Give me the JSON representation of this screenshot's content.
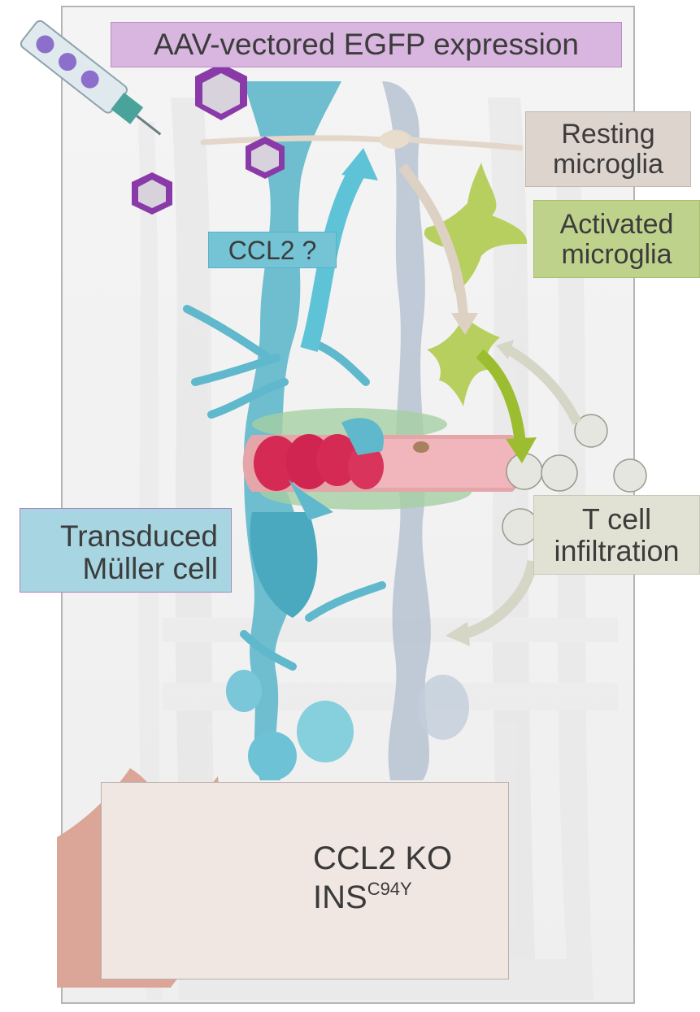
{
  "labels": {
    "aav": "AAV-vectored EGFP expression",
    "resting_line1": "Resting",
    "resting_line2": "microglia",
    "activated_line1": "Activated",
    "activated_line2": "microglia",
    "ccl2_question": "CCL2 ?",
    "tcell_line1": "T cell",
    "tcell_line2": "infiltration",
    "muller_line1": "Transduced",
    "muller_line2": "Müller cell",
    "pig_line1": "CCL2 KO",
    "pig_line2_base": "INS",
    "pig_line2_sup": "C94Y"
  },
  "colors": {
    "aav_box": "#d8b6df",
    "resting_box": "#ddd4ce",
    "activated_box": "#bed28c",
    "ccl2_box": "#74c4d6",
    "tcell_box": "#e2e2d4",
    "muller_box": "#a7d6e2",
    "pig_box": "#f0e6e2",
    "muller_cell": "#5fb8cc",
    "microglia": "#b7cf5e",
    "red_blood_cell": "#d42a54",
    "vector": "#8a3aa8"
  },
  "icons": [
    "syringe-icon",
    "aav-capsid-icon",
    "pig-head-icon",
    "t-cell-icon",
    "microglia-icon"
  ]
}
